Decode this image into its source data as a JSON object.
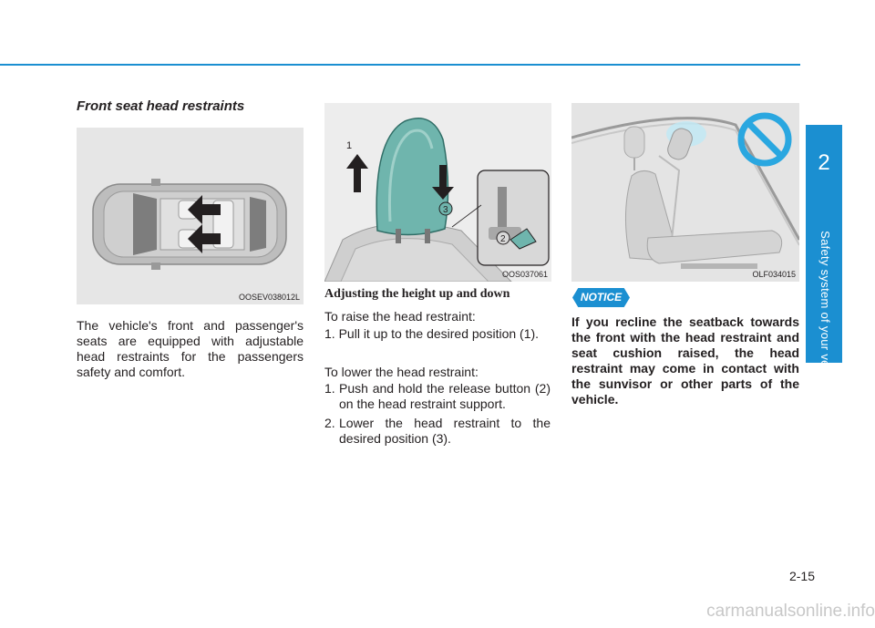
{
  "chapter": {
    "number": "2",
    "title": "Safety system of your vehicle"
  },
  "page_number": "2-15",
  "watermark": "carmanualsonline.info",
  "section": {
    "heading": "Front seat head restraints"
  },
  "figures": {
    "car_top": {
      "code": "OOSEV038012L"
    },
    "head_restraint": {
      "code": "OOS037061",
      "callouts": [
        "1",
        "2",
        "3"
      ]
    },
    "recline": {
      "code": "OLF034015"
    }
  },
  "intro_text": "The vehicle's front and passenger's seats are equipped with adjustable head restraints for the passengers safety and comfort.",
  "adjusting": {
    "heading": "Adjusting the height up and down",
    "raise_intro": "To raise the head restraint:",
    "raise_steps": [
      {
        "num": "1.",
        "text": "Pull it up to the desired position (1)."
      }
    ],
    "lower_intro": "To lower the head restraint:",
    "lower_steps": [
      {
        "num": "1.",
        "text": "Push and hold the release button (2) on the head restraint support."
      },
      {
        "num": "2.",
        "text": "Lower the head restraint to the desired position (3)."
      }
    ]
  },
  "notice": {
    "label": "NOTICE",
    "text": "If you recline the seatback towards the front with the head restraint and seat cushion raised, the head restraint may come in contact with the sunvisor or other parts of the vehicle."
  },
  "colors": {
    "accent": "#1b8fd1",
    "text": "#231f20",
    "figure_bg": "#e6e6e6",
    "prohibit": "#2aa7e0"
  }
}
